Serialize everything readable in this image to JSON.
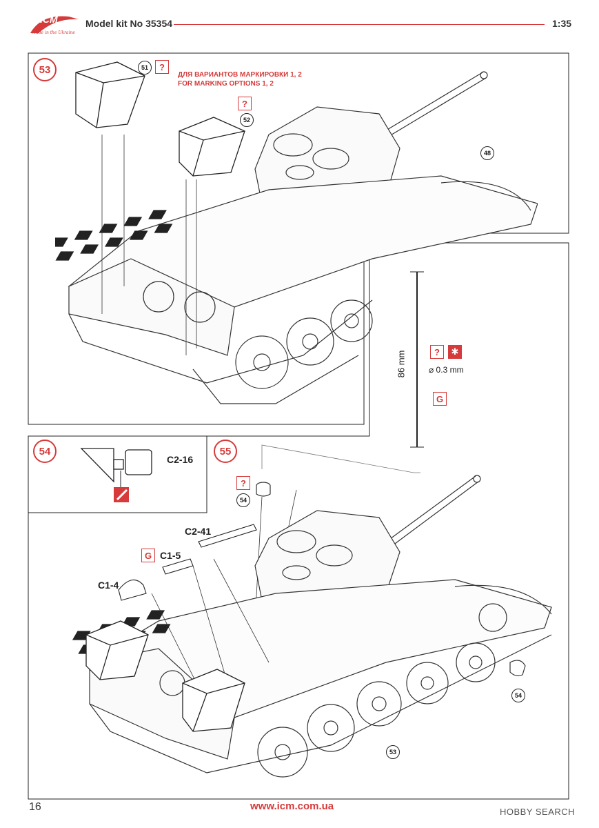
{
  "header": {
    "logo_text": "ICM",
    "logo_tagline": "Made in the Ukraine",
    "kit_label": "Model kit No 35354",
    "scale": "1:35"
  },
  "steps": {
    "s53": "53",
    "s54": "54",
    "s55": "55"
  },
  "refs": {
    "r51": "51",
    "r52": "52",
    "r48": "48",
    "r54a": "54",
    "r54b": "54",
    "r53": "53"
  },
  "marking_note": {
    "line1": "ДЛЯ ВАРИАНТОВ МАРКИРОВКИ 1, 2",
    "line2": "FOR MARKING OPTIONS 1, 2"
  },
  "symbols": {
    "question": "?",
    "asterisk": "✱",
    "g": "G"
  },
  "wire": {
    "length": "86 mm",
    "diameter": "⌀ 0.3 mm"
  },
  "parts": {
    "c2_16": "C2-16",
    "c2_41": "C2-41",
    "c1_5": "C1-5",
    "c1_4": "C1-4"
  },
  "footer": {
    "page": "16",
    "url": "www.icm.com.ua",
    "watermark": "HOBBY SEARCH"
  },
  "colors": {
    "accent_red": "#d63a3a",
    "line": "#222222"
  }
}
